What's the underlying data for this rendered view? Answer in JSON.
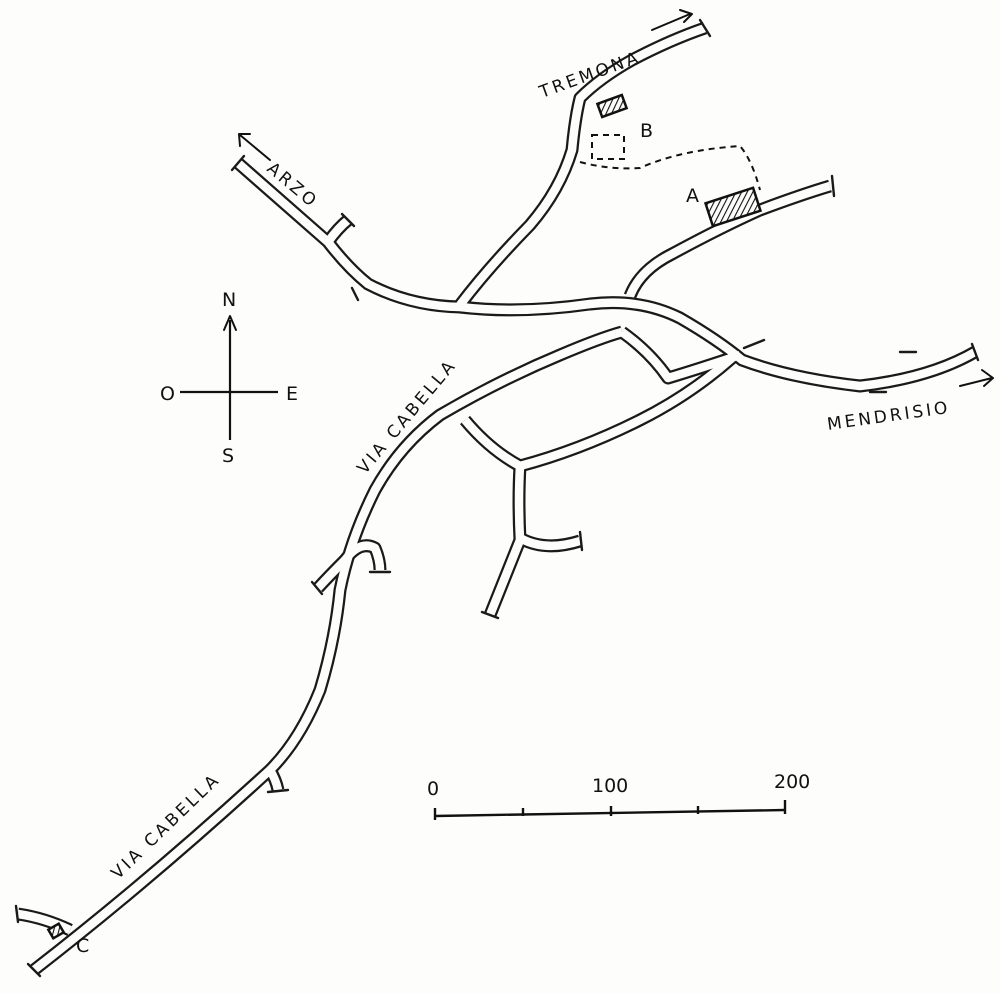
{
  "map": {
    "roads": {
      "tremona": "TREMONA",
      "arzo": "ARZO",
      "mendrisio": "MENDRISIO",
      "via_cabella_upper": "VIA CABELLA",
      "via_cabella_lower": "VIA CABELLA"
    },
    "markers": {
      "a": "A",
      "b": "B",
      "c": "C"
    },
    "compass": {
      "north": "N",
      "south": "S",
      "east": "E",
      "west": "O"
    },
    "scale": {
      "ticks": [
        "0",
        "100",
        "200"
      ]
    },
    "colors": {
      "ink": "#1a1a1a",
      "paper": "#fdfdfb"
    }
  }
}
